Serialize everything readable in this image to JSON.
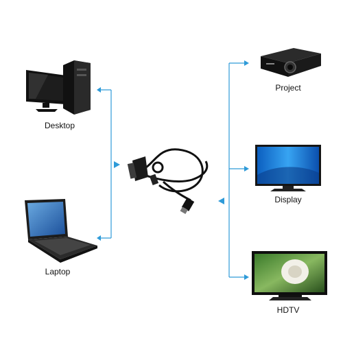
{
  "sources": [
    {
      "label": "Desktop",
      "icon": "desktop-computer-icon"
    },
    {
      "label": "Laptop",
      "icon": "laptop-icon"
    }
  ],
  "adapter": {
    "icon": "vga-to-hdmi-cable-icon"
  },
  "outputs": [
    {
      "label": "Project",
      "icon": "projector-icon"
    },
    {
      "label": "Display",
      "icon": "monitor-icon"
    },
    {
      "label": "HDTV",
      "icon": "tv-icon"
    }
  ],
  "colors": {
    "connector": "#2e9ad8",
    "device": "#1c1c1c",
    "screen": "#1e6fb8"
  }
}
